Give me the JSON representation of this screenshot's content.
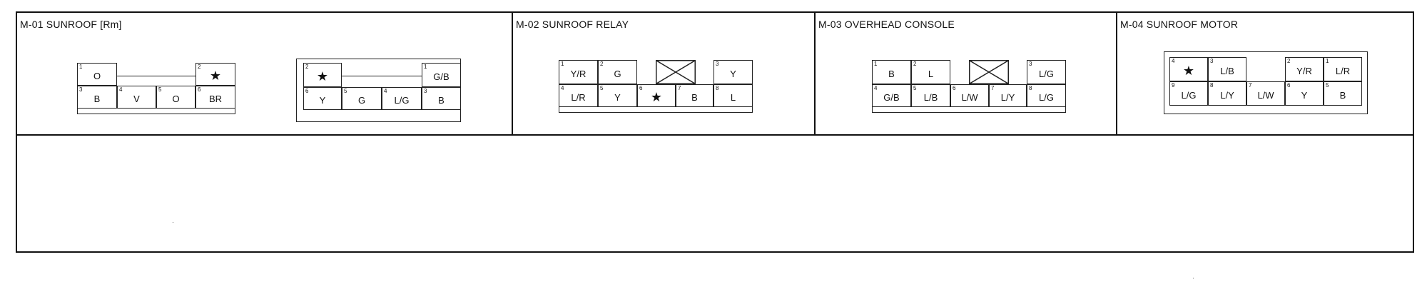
{
  "sections": [
    {
      "title": "M-01 SUNROOF [Rm]"
    },
    {
      "title": "M-02 SUNROOF RELAY"
    },
    {
      "title": "M-03 OVERHEAD CONSOLE"
    },
    {
      "title": "M-04 SUNROOF MOTOR"
    }
  ],
  "m01a": {
    "p1": {
      "num": "1",
      "sig": "O"
    },
    "p2": {
      "num": "2",
      "sig": "★"
    },
    "p3": {
      "num": "3",
      "sig": "B"
    },
    "p4": {
      "num": "4",
      "sig": "V"
    },
    "p5": {
      "num": "5",
      "sig": "O"
    },
    "p6": {
      "num": "6",
      "sig": "BR"
    }
  },
  "m01b": {
    "p2": {
      "num": "2",
      "sig": "★"
    },
    "p1": {
      "num": "1",
      "sig": "G/B"
    },
    "p6": {
      "num": "6",
      "sig": "Y"
    },
    "p5": {
      "num": "5",
      "sig": "G"
    },
    "p4": {
      "num": "4",
      "sig": "L/G"
    },
    "p3": {
      "num": "3",
      "sig": "B"
    }
  },
  "m02": {
    "p1": {
      "num": "1",
      "sig": "Y/R"
    },
    "p2": {
      "num": "2",
      "sig": "G"
    },
    "p3": {
      "num": "3",
      "sig": "Y"
    },
    "p4": {
      "num": "4",
      "sig": "L/R"
    },
    "p5": {
      "num": "5",
      "sig": "Y"
    },
    "p6": {
      "num": "6",
      "sig": "★"
    },
    "p7": {
      "num": "7",
      "sig": "B"
    },
    "p8": {
      "num": "8",
      "sig": "L"
    }
  },
  "m03": {
    "p1": {
      "num": "1",
      "sig": "B"
    },
    "p2": {
      "num": "2",
      "sig": "L"
    },
    "p3": {
      "num": "3",
      "sig": "L/G"
    },
    "p4": {
      "num": "4",
      "sig": "G/B"
    },
    "p5": {
      "num": "5",
      "sig": "L/B"
    },
    "p6": {
      "num": "6",
      "sig": "L/W"
    },
    "p7": {
      "num": "7",
      "sig": "L/Y"
    },
    "p8": {
      "num": "8",
      "sig": "L/G"
    }
  },
  "m04": {
    "p4": {
      "num": "4",
      "sig": "★"
    },
    "p3": {
      "num": "3",
      "sig": "L/B"
    },
    "p2": {
      "num": "2",
      "sig": "Y/R"
    },
    "p1": {
      "num": "1",
      "sig": "L/R"
    },
    "p9": {
      "num": "9",
      "sig": "L/G"
    },
    "p8": {
      "num": "8",
      "sig": "L/Y"
    },
    "p7": {
      "num": "7",
      "sig": "L/W"
    },
    "p6": {
      "num": "6",
      "sig": "Y"
    },
    "p5": {
      "num": "5",
      "sig": "B"
    }
  }
}
